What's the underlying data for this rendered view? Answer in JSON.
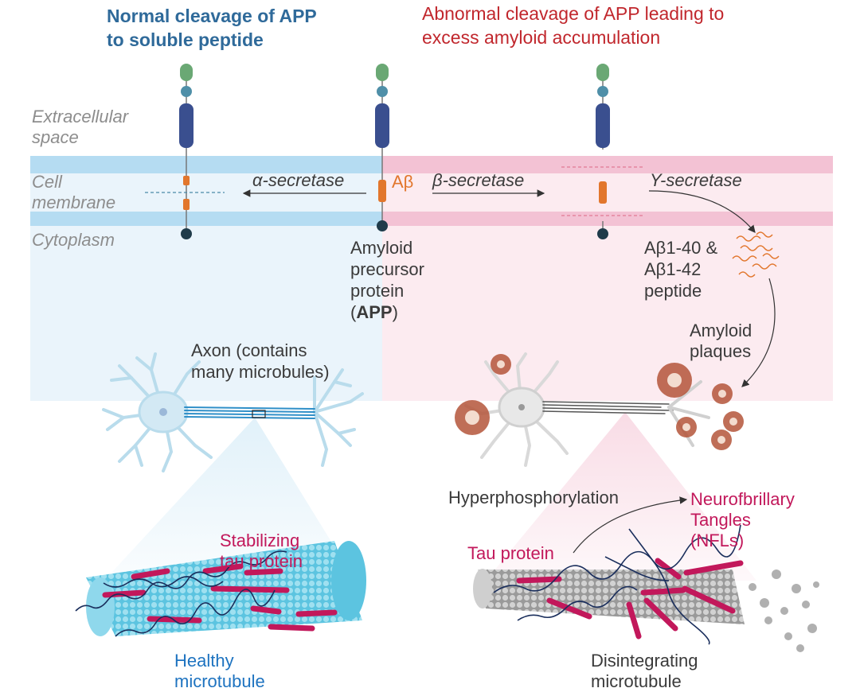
{
  "titles": {
    "left_line1": "Normal cleavage of APP",
    "left_line2": "to soluble peptide",
    "right_line1": "Abnormal cleavage of APP leading to",
    "right_line2": "excess amyloid accumulation"
  },
  "regions": {
    "extracellular_line1": "Extracellular",
    "extracellular_line2": "space",
    "membrane_line1": "Cell",
    "membrane_line2": "membrane",
    "cytoplasm": "Cytoplasm"
  },
  "enzymes": {
    "alpha": "α-secretase",
    "beta": "β-secretase",
    "gamma": "Y-secretase"
  },
  "app_label": {
    "abeta": "Aβ",
    "line1": "Amyloid",
    "line2": "precursor",
    "line3": "protein",
    "line4_open": "(",
    "line4_bold": "APP",
    "line4_close": ")"
  },
  "peptide_label": {
    "line1": "Aβ1-40 &",
    "line2": "Aβ1-42",
    "line3": "peptide"
  },
  "plaques_label": {
    "line1": "Amyloid",
    "line2": "plaques"
  },
  "axon_label": {
    "line1": "Axon (contains",
    "line2": "many microbules)"
  },
  "hyperphosphorylation": "Hyperphosphorylation",
  "nfl_label": {
    "line1": "Neurofbrillary",
    "line2": "Tangles",
    "line3": "(NFLs)"
  },
  "stabilizing_label": {
    "line1": "Stabilizing",
    "line2": "tau protein"
  },
  "tau_protein": "Tau protein",
  "healthy_label": {
    "line1": "Healthy",
    "line2": "microtubule"
  },
  "disintegrating_label": {
    "line1": "Disintegrating",
    "line2": "microtubule"
  },
  "colors": {
    "healthy_bg": "#eaf4fb",
    "disease_bg": "#fcebf0",
    "membrane_blue": "#b5dcf2",
    "membrane_pink": "#f3c2d4",
    "app_dark_blue": "#3a4f8f",
    "app_teal": "#4f8fa8",
    "app_green": "#6aa874",
    "abeta_orange": "#e2762c",
    "tau_magenta": "#c2185b",
    "microtubule_cyan": "#62c8e2",
    "microtubule_grey": "#b6b6b6",
    "plaque_brown": "#b4553a"
  }
}
